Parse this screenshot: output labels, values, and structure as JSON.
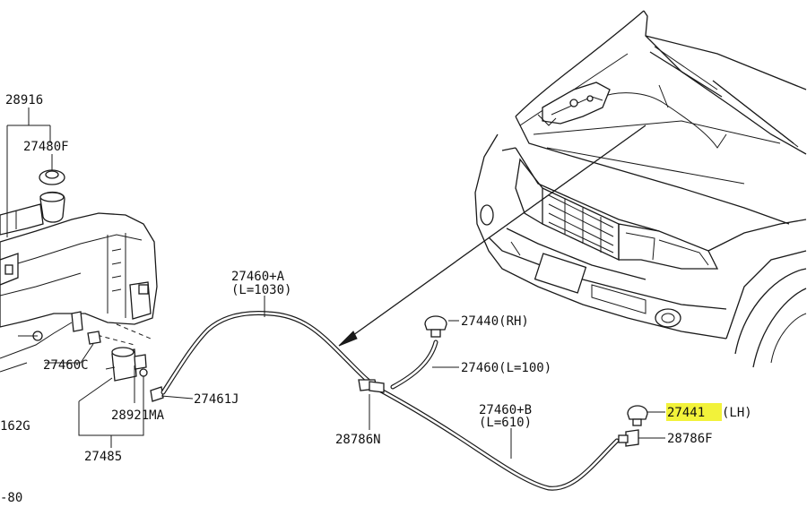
{
  "labels": {
    "p28916": "28916",
    "p27480f": "27480F",
    "p27460a": "27460+A",
    "p27460a_len": "(L=1030)",
    "p27440": "27440(RH)",
    "p27460": "27460(L=100)",
    "p27460c": "27460C",
    "p27461j": "27461J",
    "p28921ma": "28921MA",
    "p162g": "162G",
    "p27485": "27485",
    "p80": "-80",
    "p28786n": "28786N",
    "p27460b": "27460+B",
    "p27460b_len": "(L=610)",
    "p27441": "27441",
    "p27441_side": "(LH)",
    "p28786f": "28786F"
  },
  "highlight": {
    "part": "27441",
    "color": "#f2f23a"
  }
}
